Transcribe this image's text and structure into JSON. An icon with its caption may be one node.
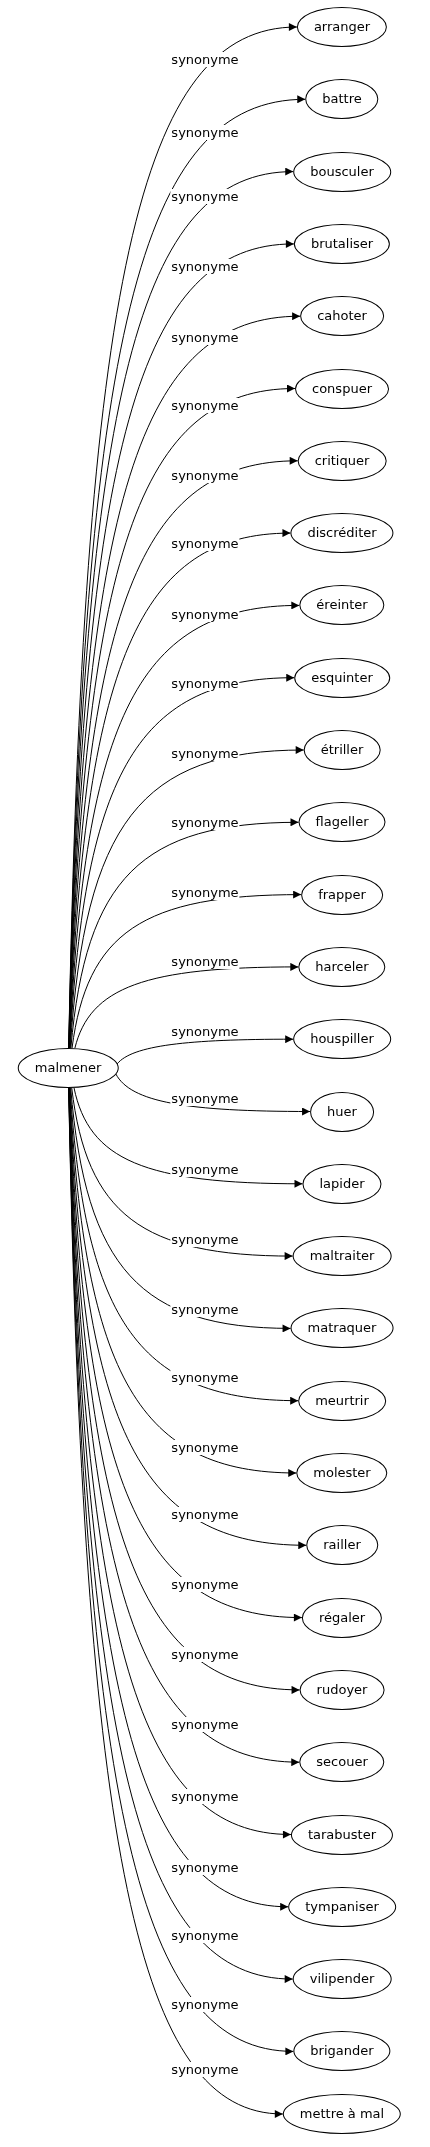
{
  "diagram": {
    "nodes": [
      {
        "text": [
          "malmener"
        ]
      },
      {
        "text": [
          "arranger"
        ]
      },
      {
        "text": [
          "battre"
        ]
      },
      {
        "text": [
          "bousculer"
        ]
      },
      {
        "text": [
          "brutaliser"
        ]
      },
      {
        "text": [
          "cahoter"
        ]
      },
      {
        "text": [
          "conspuer"
        ]
      },
      {
        "text": [
          "critiquer"
        ]
      },
      {
        "text": [
          "discréditer"
        ]
      },
      {
        "text": [
          "éreinter"
        ]
      },
      {
        "text": [
          "esquinter"
        ]
      },
      {
        "text": [
          "étriller"
        ]
      },
      {
        "text": [
          "flageller"
        ]
      },
      {
        "text": [
          "frapper"
        ]
      },
      {
        "text": [
          "harceler"
        ]
      },
      {
        "text": [
          "houspiller"
        ]
      },
      {
        "text": [
          "huer"
        ]
      },
      {
        "text": [
          "lapider"
        ]
      },
      {
        "text": [
          "maltraiter"
        ]
      },
      {
        "text": [
          "matraquer"
        ]
      },
      {
        "text": [
          "meurtrir"
        ]
      },
      {
        "text": [
          "molester"
        ]
      },
      {
        "text": [
          "railler"
        ]
      },
      {
        "text": [
          "régaler"
        ]
      },
      {
        "text": [
          "rudoyer"
        ]
      },
      {
        "text": [
          "secouer"
        ]
      },
      {
        "text": [
          "tarabuster"
        ]
      },
      {
        "text": [
          "tympaniser"
        ]
      },
      {
        "text": [
          "vilipender"
        ]
      },
      {
        "text": [
          "brigander"
        ]
      },
      {
        "text": [
          "mettre à mal"
        ]
      }
    ],
    "edges": [
      {
        "from": 0,
        "to": 1,
        "arrow": "to",
        "label": "synonyme"
      },
      {
        "from": 0,
        "to": 2,
        "arrow": "to",
        "label": "synonyme"
      },
      {
        "from": 0,
        "to": 3,
        "arrow": "to",
        "label": "synonyme"
      },
      {
        "from": 0,
        "to": 4,
        "arrow": "to",
        "label": "synonyme"
      },
      {
        "from": 0,
        "to": 5,
        "arrow": "to",
        "label": "synonyme"
      },
      {
        "from": 0,
        "to": 6,
        "arrow": "to",
        "label": "synonyme"
      },
      {
        "from": 0,
        "to": 7,
        "arrow": "to",
        "label": "synonyme"
      },
      {
        "from": 0,
        "to": 8,
        "arrow": "to",
        "label": "synonyme"
      },
      {
        "from": 0,
        "to": 9,
        "arrow": "to",
        "label": "synonyme"
      },
      {
        "from": 0,
        "to": 10,
        "arrow": "to",
        "label": "synonyme"
      },
      {
        "from": 0,
        "to": 11,
        "arrow": "to",
        "label": "synonyme"
      },
      {
        "from": 0,
        "to": 12,
        "arrow": "to",
        "label": "synonyme"
      },
      {
        "from": 0,
        "to": 13,
        "arrow": "to",
        "label": "synonyme"
      },
      {
        "from": 0,
        "to": 14,
        "arrow": "to",
        "label": "synonyme"
      },
      {
        "from": 0,
        "to": 15,
        "arrow": "to",
        "label": "synonyme"
      },
      {
        "from": 0,
        "to": 16,
        "arrow": "to",
        "label": "synonyme"
      },
      {
        "from": 0,
        "to": 17,
        "arrow": "to",
        "label": "synonyme"
      },
      {
        "from": 0,
        "to": 18,
        "arrow": "to",
        "label": "synonyme"
      },
      {
        "from": 0,
        "to": 19,
        "arrow": "to",
        "label": "synonyme"
      },
      {
        "from": 0,
        "to": 20,
        "arrow": "to",
        "label": "synonyme"
      },
      {
        "from": 0,
        "to": 21,
        "arrow": "to",
        "label": "synonyme"
      },
      {
        "from": 0,
        "to": 22,
        "arrow": "to",
        "label": "synonyme"
      },
      {
        "from": 0,
        "to": 23,
        "arrow": "to",
        "label": "synonyme"
      },
      {
        "from": 0,
        "to": 24,
        "arrow": "to",
        "label": "synonyme"
      },
      {
        "from": 0,
        "to": 25,
        "arrow": "to",
        "label": "synonyme"
      },
      {
        "from": 0,
        "to": 26,
        "arrow": "to",
        "label": "synonyme"
      },
      {
        "from": 0,
        "to": 27,
        "arrow": "to",
        "label": "synonyme"
      },
      {
        "from": 0,
        "to": 28,
        "arrow": "to",
        "label": "synonyme"
      },
      {
        "from": 0,
        "to": 29,
        "arrow": "to",
        "label": "synonyme"
      },
      {
        "from": 0,
        "to": 30,
        "arrow": "to",
        "label": "synonyme"
      }
    ]
  }
}
